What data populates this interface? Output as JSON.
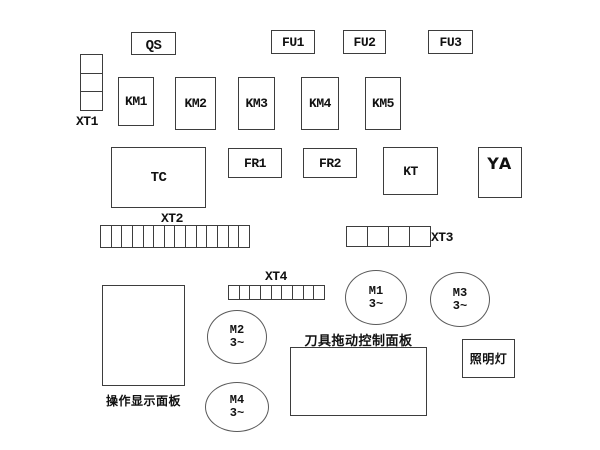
{
  "components": {
    "qs": "QS",
    "fu1": "FU1",
    "fu2": "FU2",
    "fu3": "FU3",
    "km1": "KM1",
    "km2": "KM2",
    "km3": "KM3",
    "km4": "KM4",
    "km5": "KM5",
    "tc": "TC",
    "fr1": "FR1",
    "fr2": "FR2",
    "kt": "KT",
    "ya": "YA"
  },
  "terminals": {
    "xt1": {
      "label": "XT1",
      "cells": 3
    },
    "xt2": {
      "label": "XT2",
      "cells": 14
    },
    "xt3": {
      "label": "XT3",
      "cells": 4
    },
    "xt4": {
      "label": "XT4",
      "cells": 9
    }
  },
  "motors": {
    "m1": {
      "name": "M1",
      "phase": "3~"
    },
    "m2": {
      "name": "M2",
      "phase": "3~"
    },
    "m3": {
      "name": "M3",
      "phase": "3~"
    },
    "m4": {
      "name": "M4",
      "phase": "3~"
    }
  },
  "panels": {
    "operation_display": "操作显示面板",
    "tool_drive_control": "刀具拖动控制面板",
    "lamp": "照明灯"
  },
  "colors": {
    "line": "#3d3d3d",
    "circle_line": "#5a5a5a",
    "text": "#111111",
    "background": "#ffffff"
  }
}
